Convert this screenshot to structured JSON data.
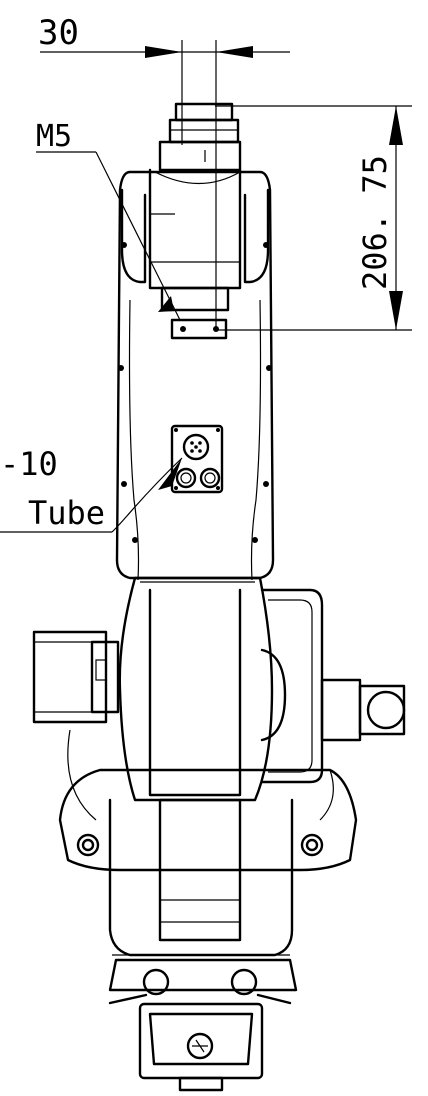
{
  "drawing": {
    "dim_top": "30",
    "dim_right": "206. 75",
    "label_m5": "M5",
    "label_left_top": "-10",
    "label_left_bottom": "Tube"
  },
  "colors": {
    "stroke": "#000000",
    "background": "#ffffff"
  }
}
